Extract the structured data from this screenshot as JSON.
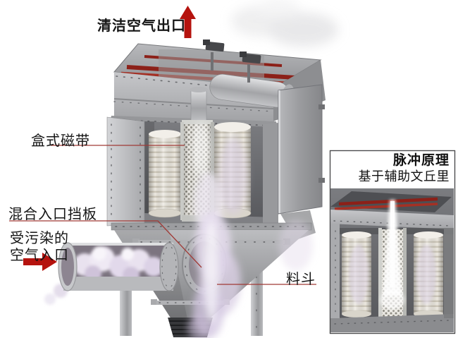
{
  "labels": {
    "clean_air_outlet": "清洁空气出口",
    "cartridge": "盒式磁带",
    "mixed_inlet_baffle": "混合入口挡板",
    "contaminated_air_line1": "受污染的",
    "contaminated_air_line2": "空气入口",
    "hopper": "料斗"
  },
  "inset": {
    "title": "脉冲原理",
    "subtitle": "基于辅助文丘里"
  },
  "icons": {
    "up_arrow": "clean-air-flow-up",
    "right_arrow": "dirty-air-flow-right"
  },
  "colors": {
    "arrow_red": "#b5130e",
    "leader_red": "#a03a36",
    "pulse_pipe_red": "#8c2018",
    "pulse_pipe_red_light": "#a53024",
    "smoke_lavender": "#d6cbe2",
    "machine_gray": "#a8a9ac",
    "text": "#151515"
  }
}
